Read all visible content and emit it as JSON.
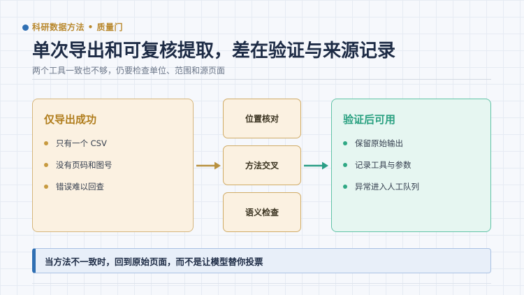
{
  "header": {
    "eyebrow": "科研数据方法 • 质量门",
    "title": "单次导出和可复核提取，差在验证与来源记录",
    "subtitle": "两个工具一致也不够，仍要检查单位、范围和源页面"
  },
  "left_card": {
    "title": "仅导出成功",
    "items": [
      "只有一个 CSV",
      "没有页码和图号",
      "错误难以回查"
    ]
  },
  "steps": [
    "位置核对",
    "方法交叉",
    "语义检查"
  ],
  "right_card": {
    "title": "验证后可用",
    "items": [
      "保留原始输出",
      "记录工具与参数",
      "异常进入人工队列"
    ]
  },
  "callout": {
    "text": "当方法不一致时，回到原始页面，而不是让模型替你投票"
  },
  "colors": {
    "accent_blue": "#2f6fb3",
    "gold": "#b07d1c",
    "teal": "#2ba181",
    "arrow_gold": "#b8913f",
    "arrow_teal": "#2a9e86"
  },
  "icons": {
    "header_marker": "dot",
    "bullet": "dot",
    "flow": "right-arrow"
  }
}
